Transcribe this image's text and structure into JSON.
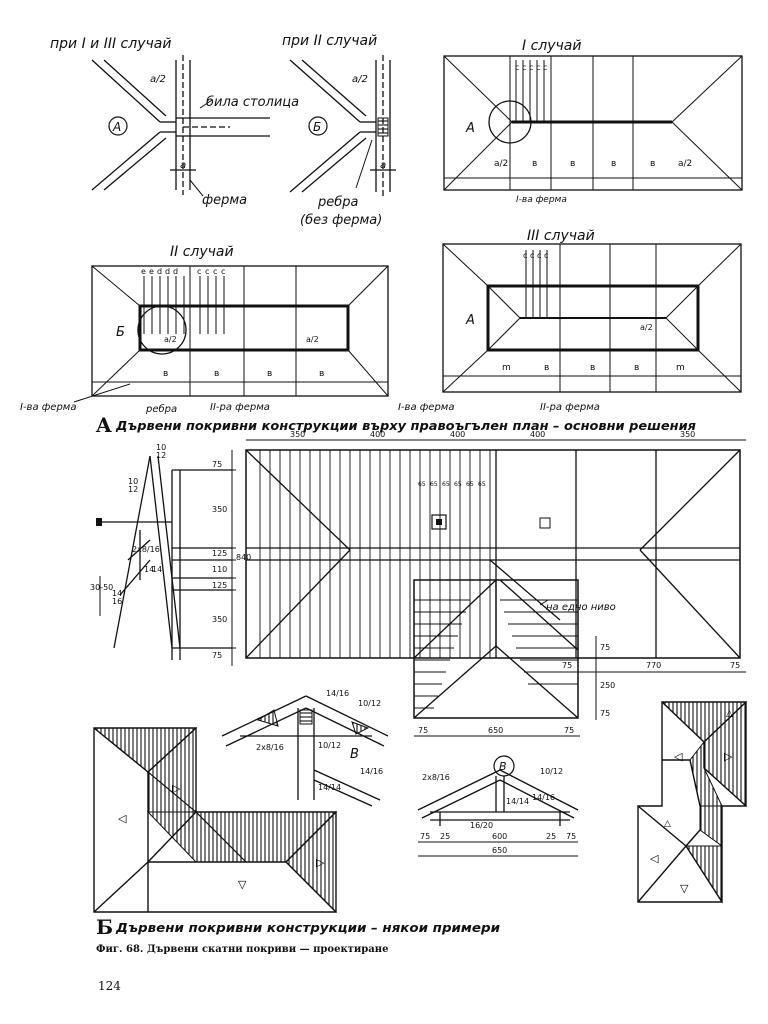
{
  "sectionA": {
    "title_letter": "A",
    "title_text": "Дървени покривни конструкции върху правоъгълен план – основни решения"
  },
  "detail1": {
    "heading": "при I и III случай",
    "letter": "А",
    "frac": "a/2",
    "dim": "a",
    "label_plate": "била столица",
    "label_truss": "ферма"
  },
  "detail2": {
    "heading": "при II случай",
    "letter": "Б",
    "frac": "a/2",
    "dim": "a",
    "label_ribs": "ребра",
    "label_ribs2": "(без ферма)"
  },
  "case1": {
    "heading": "I случай",
    "letter": "А",
    "cells": [
      "c",
      "c",
      "c",
      "c",
      "c"
    ],
    "bottom": [
      "a/2",
      "в",
      "в",
      "в",
      "в",
      "a/2"
    ],
    "label": "I-ва ферма"
  },
  "case2": {
    "heading": "II случай",
    "letter": "Б",
    "cells": [
      "e",
      "e",
      "d",
      "d",
      "d",
      "c",
      "c",
      "c",
      "c"
    ],
    "frac_left": "a/2",
    "frac_right": "a/2",
    "bottom": [
      "в",
      "в",
      "в",
      "в"
    ],
    "label_first": "I-ва ферма",
    "label_ribs": "ребра",
    "label_second": "II-ра ферма"
  },
  "case3": {
    "heading": "III случай",
    "letter": "А",
    "cells": [
      "c",
      "c",
      "c",
      "c"
    ],
    "frac": "a/2",
    "bottom": [
      "m",
      "в",
      "в",
      "в",
      "m"
    ],
    "label_first": "I-ва ферма",
    "label_second": "II-ра ферма"
  },
  "plan": {
    "top_dims": [
      "350",
      "400",
      "400",
      "400",
      "350"
    ],
    "rafter_dims": [
      "65",
      "65",
      "65",
      "65",
      "65",
      "65"
    ],
    "note": "на едно ниво",
    "right_dims": [
      "75",
      "770",
      "75"
    ],
    "side_dims": [
      "75",
      "250",
      "75"
    ],
    "wing_dims": [
      "75",
      "650",
      "75"
    ]
  },
  "section_left": {
    "dims": [
      "75",
      "350",
      "125",
      "110",
      "125",
      "350",
      "75"
    ],
    "total": "840",
    "pitch": [
      "10",
      "12"
    ],
    "member": "2x8/16",
    "small": [
      "14",
      "14"
    ],
    "low": [
      "30-50",
      "14",
      "16"
    ]
  },
  "detailB": {
    "letter": "В",
    "member": "2x8/16",
    "frac1": "14/16",
    "frac2": "10/12",
    "post": "10/12",
    "post2": "14/14",
    "brace": "14/16"
  },
  "section2": {
    "letter": "В",
    "member": "2x8/16",
    "frac1": "10/12",
    "frac2": "14/16",
    "post": "14/14",
    "low": "16/20",
    "dims": [
      "75",
      "25",
      "600",
      "25",
      "75"
    ],
    "total": "650"
  },
  "sectionB": {
    "title_letter": "Б",
    "title_text": "Дървени покривни конструкции – някои примери"
  },
  "caption": "Фиг. 68. Дървени скатни покриви — проектиране",
  "page_number": "124"
}
